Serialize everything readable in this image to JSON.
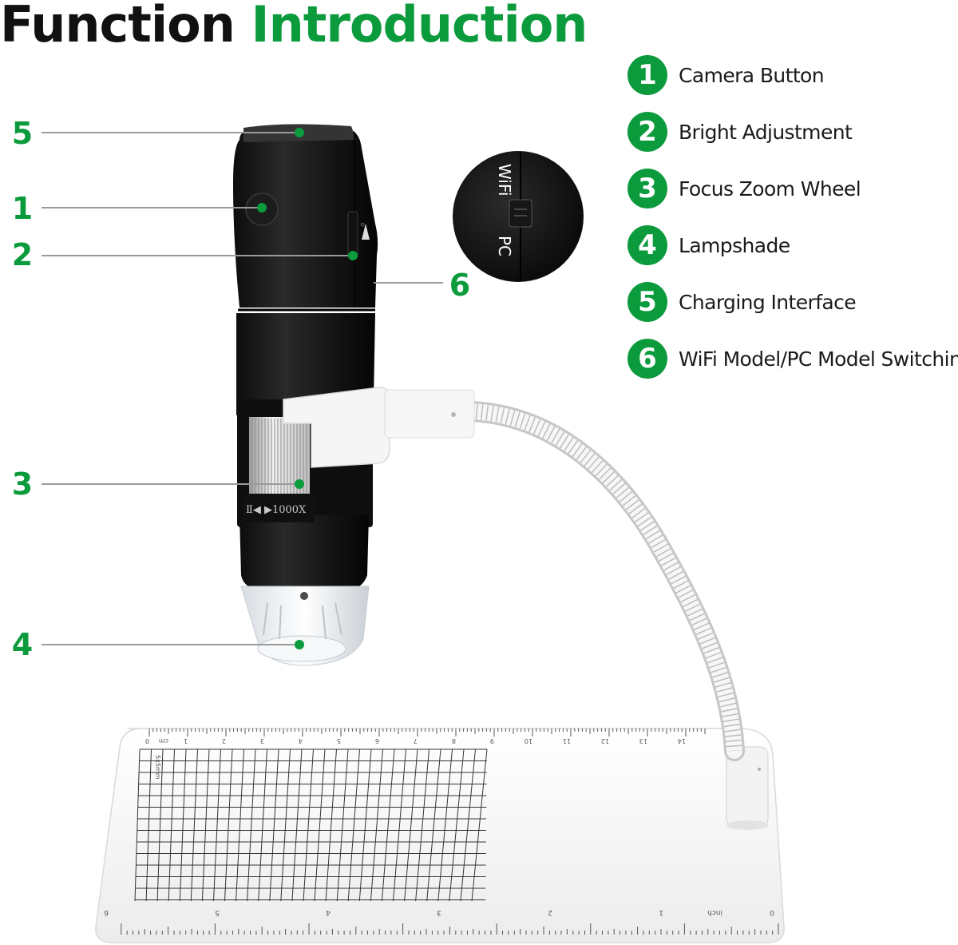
{
  "title": {
    "word1": "Function",
    "word2": "Introduction"
  },
  "colors": {
    "accent": "#0b9b3d",
    "body": "#1b1b1b",
    "clip": "#f2f2f2"
  },
  "legend": [
    {
      "num": "1",
      "label": "Camera Button"
    },
    {
      "num": "2",
      "label": "Bright Adjustment"
    },
    {
      "num": "3",
      "label": "Focus Zoom Wheel"
    },
    {
      "num": "4",
      "label": "Lampshade"
    },
    {
      "num": "5",
      "label": "Charging Interface"
    },
    {
      "num": "6",
      "label": "WiFi Model/PC Model Switching"
    }
  ],
  "callouts": [
    "5",
    "1",
    "2",
    "3",
    "4",
    "6"
  ],
  "inset": {
    "top_label": "WiFi",
    "bottom_label": "PC"
  },
  "device": {
    "zoom_label": "1000X"
  },
  "ruler": {
    "cm_label": "cm",
    "inch_label": "inch",
    "cm_ticks": [
      "0",
      "1",
      "2",
      "3",
      "4",
      "5",
      "6",
      "7",
      "8",
      "9",
      "10",
      "11",
      "12",
      "13",
      "14"
    ],
    "inch_ticks": [
      "0",
      "1",
      "2",
      "3",
      "4",
      "5",
      "6"
    ],
    "grid_label": "5x5mm"
  }
}
